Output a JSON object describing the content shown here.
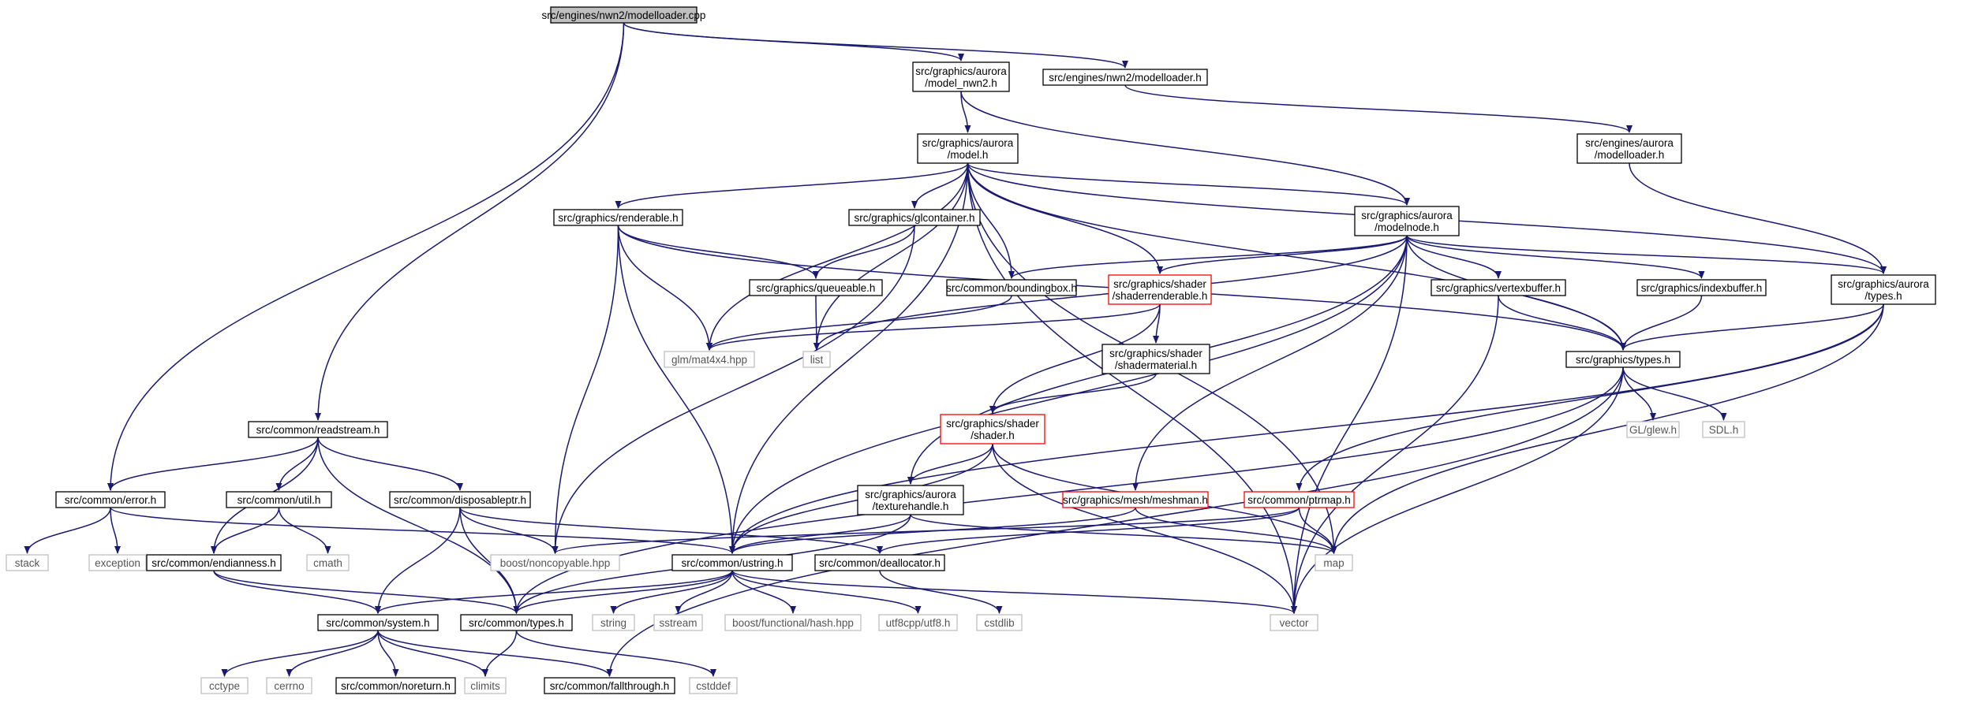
{
  "graph": {
    "root": "src/engines/nwn2/modelloader.cpp",
    "nodes": [
      {
        "id": "root",
        "lines": [
          "src/engines/nwn2/modelloader.cpp"
        ],
        "style": "root"
      },
      {
        "id": "model_nwn2",
        "lines": [
          "src/graphics/aurora",
          "/model_nwn2.h"
        ],
        "style": "normal"
      },
      {
        "id": "nwn2_modelloader_h",
        "lines": [
          "src/engines/nwn2/modelloader.h"
        ],
        "style": "normal"
      },
      {
        "id": "model_h",
        "lines": [
          "src/graphics/aurora",
          "/model.h"
        ],
        "style": "normal"
      },
      {
        "id": "aurora_modelloader_h",
        "lines": [
          "src/engines/aurora",
          "/modelloader.h"
        ],
        "style": "normal"
      },
      {
        "id": "renderable",
        "lines": [
          "src/graphics/renderable.h"
        ],
        "style": "normal"
      },
      {
        "id": "glcontainer",
        "lines": [
          "src/graphics/glcontainer.h"
        ],
        "style": "normal"
      },
      {
        "id": "modelnode",
        "lines": [
          "src/graphics/aurora",
          "/modelnode.h"
        ],
        "style": "normal"
      },
      {
        "id": "queueable",
        "lines": [
          "src/graphics/queueable.h"
        ],
        "style": "normal"
      },
      {
        "id": "boundingbox",
        "lines": [
          "src/common/boundingbox.h"
        ],
        "style": "normal"
      },
      {
        "id": "shaderrenderable",
        "lines": [
          "src/graphics/shader",
          "/shaderrenderable.h"
        ],
        "style": "red"
      },
      {
        "id": "vertexbuffer",
        "lines": [
          "src/graphics/vertexbuffer.h"
        ],
        "style": "normal"
      },
      {
        "id": "indexbuffer",
        "lines": [
          "src/graphics/indexbuffer.h"
        ],
        "style": "normal"
      },
      {
        "id": "aurora_types",
        "lines": [
          "src/graphics/aurora",
          "/types.h"
        ],
        "style": "normal"
      },
      {
        "id": "glm",
        "lines": [
          "glm/mat4x4.hpp"
        ],
        "style": "grey"
      },
      {
        "id": "list",
        "lines": [
          "list"
        ],
        "style": "grey"
      },
      {
        "id": "graphics_types",
        "lines": [
          "src/graphics/types.h"
        ],
        "style": "normal"
      },
      {
        "id": "shadermaterial",
        "lines": [
          "src/graphics/shader",
          "/shadermaterial.h"
        ],
        "style": "normal"
      },
      {
        "id": "glew",
        "lines": [
          "GL/glew.h"
        ],
        "style": "grey"
      },
      {
        "id": "sdl",
        "lines": [
          "SDL.h"
        ],
        "style": "grey"
      },
      {
        "id": "readstream",
        "lines": [
          "src/common/readstream.h"
        ],
        "style": "normal"
      },
      {
        "id": "shader",
        "lines": [
          "src/graphics/shader",
          "/shader.h"
        ],
        "style": "red"
      },
      {
        "id": "error",
        "lines": [
          "src/common/error.h"
        ],
        "style": "normal"
      },
      {
        "id": "util",
        "lines": [
          "src/common/util.h"
        ],
        "style": "normal"
      },
      {
        "id": "disposableptr",
        "lines": [
          "src/common/disposableptr.h"
        ],
        "style": "normal"
      },
      {
        "id": "texturehandle",
        "lines": [
          "src/graphics/aurora",
          "/texturehandle.h"
        ],
        "style": "normal"
      },
      {
        "id": "meshman",
        "lines": [
          "src/graphics/mesh/meshman.h"
        ],
        "style": "red"
      },
      {
        "id": "ptrmap",
        "lines": [
          "src/common/ptrmap.h"
        ],
        "style": "red"
      },
      {
        "id": "stack",
        "lines": [
          "stack"
        ],
        "style": "grey"
      },
      {
        "id": "exception",
        "lines": [
          "exception"
        ],
        "style": "grey"
      },
      {
        "id": "cmath",
        "lines": [
          "cmath"
        ],
        "style": "grey"
      },
      {
        "id": "endianness",
        "lines": [
          "src/common/endianness.h"
        ],
        "style": "normal"
      },
      {
        "id": "noncopyable",
        "lines": [
          "boost/noncopyable.hpp"
        ],
        "style": "grey"
      },
      {
        "id": "ustring",
        "lines": [
          "src/common/ustring.h"
        ],
        "style": "normal"
      },
      {
        "id": "deallocator",
        "lines": [
          "src/common/deallocator.h"
        ],
        "style": "normal"
      },
      {
        "id": "map",
        "lines": [
          "map"
        ],
        "style": "grey"
      },
      {
        "id": "system",
        "lines": [
          "src/common/system.h"
        ],
        "style": "normal"
      },
      {
        "id": "common_types",
        "lines": [
          "src/common/types.h"
        ],
        "style": "normal"
      },
      {
        "id": "string",
        "lines": [
          "string"
        ],
        "style": "grey"
      },
      {
        "id": "sstream",
        "lines": [
          "sstream"
        ],
        "style": "grey"
      },
      {
        "id": "hash",
        "lines": [
          "boost/functional/hash.hpp"
        ],
        "style": "grey"
      },
      {
        "id": "utf8",
        "lines": [
          "utf8cpp/utf8.h"
        ],
        "style": "grey"
      },
      {
        "id": "cstdlib",
        "lines": [
          "cstdlib"
        ],
        "style": "grey"
      },
      {
        "id": "vector",
        "lines": [
          "vector"
        ],
        "style": "grey"
      },
      {
        "id": "cctype",
        "lines": [
          "cctype"
        ],
        "style": "grey"
      },
      {
        "id": "cerrno",
        "lines": [
          "cerrno"
        ],
        "style": "grey"
      },
      {
        "id": "noreturn",
        "lines": [
          "src/common/noreturn.h"
        ],
        "style": "normal"
      },
      {
        "id": "climits",
        "lines": [
          "climits"
        ],
        "style": "grey"
      },
      {
        "id": "fallthrough",
        "lines": [
          "src/common/fallthrough.h"
        ],
        "style": "normal"
      },
      {
        "id": "cstddef",
        "lines": [
          "cstddef"
        ],
        "style": "grey"
      }
    ],
    "edges": [
      [
        "root",
        "model_nwn2"
      ],
      [
        "root",
        "nwn2_modelloader_h"
      ],
      [
        "root",
        "readstream"
      ],
      [
        "root",
        "error"
      ],
      [
        "model_nwn2",
        "model_h"
      ],
      [
        "model_nwn2",
        "modelnode"
      ],
      [
        "nwn2_modelloader_h",
        "aurora_modelloader_h"
      ],
      [
        "aurora_modelloader_h",
        "aurora_types"
      ],
      [
        "model_h",
        "renderable"
      ],
      [
        "model_h",
        "glcontainer"
      ],
      [
        "model_h",
        "modelnode"
      ],
      [
        "model_h",
        "boundingbox"
      ],
      [
        "model_h",
        "shaderrenderable"
      ],
      [
        "model_h",
        "aurora_types"
      ],
      [
        "model_h",
        "glm"
      ],
      [
        "model_h",
        "list"
      ],
      [
        "model_h",
        "graphics_types"
      ],
      [
        "model_h",
        "ustring"
      ],
      [
        "model_h",
        "map"
      ],
      [
        "model_h",
        "vector"
      ],
      [
        "renderable",
        "queueable"
      ],
      [
        "renderable",
        "glm"
      ],
      [
        "renderable",
        "graphics_types"
      ],
      [
        "renderable",
        "noncopyable"
      ],
      [
        "renderable",
        "ustring"
      ],
      [
        "glcontainer",
        "queueable"
      ],
      [
        "glcontainer",
        "noncopyable"
      ],
      [
        "queueable",
        "list"
      ],
      [
        "boundingbox",
        "glm"
      ],
      [
        "modelnode",
        "boundingbox"
      ],
      [
        "modelnode",
        "shaderrenderable"
      ],
      [
        "modelnode",
        "vertexbuffer"
      ],
      [
        "modelnode",
        "indexbuffer"
      ],
      [
        "modelnode",
        "aurora_types"
      ],
      [
        "modelnode",
        "graphics_types"
      ],
      [
        "modelnode",
        "list"
      ],
      [
        "modelnode",
        "texturehandle"
      ],
      [
        "modelnode",
        "meshman"
      ],
      [
        "modelnode",
        "ustring"
      ],
      [
        "modelnode",
        "vector"
      ],
      [
        "shaderrenderable",
        "glm"
      ],
      [
        "shaderrenderable",
        "shadermaterial"
      ],
      [
        "shaderrenderable",
        "shader"
      ],
      [
        "shadermaterial",
        "shader"
      ],
      [
        "vertexbuffer",
        "graphics_types"
      ],
      [
        "vertexbuffer",
        "vector"
      ],
      [
        "indexbuffer",
        "graphics_types"
      ],
      [
        "aurora_types",
        "graphics_types"
      ],
      [
        "aurora_types",
        "ptrmap"
      ],
      [
        "aurora_types",
        "map"
      ],
      [
        "aurora_types",
        "ustring"
      ],
      [
        "graphics_types",
        "glew"
      ],
      [
        "graphics_types",
        "sdl"
      ],
      [
        "graphics_types",
        "common_types"
      ],
      [
        "graphics_types",
        "vector"
      ],
      [
        "graphics_types",
        "fallthrough"
      ],
      [
        "shader",
        "texturehandle"
      ],
      [
        "shader",
        "ustring"
      ],
      [
        "shader",
        "map"
      ],
      [
        "shader",
        "vector"
      ],
      [
        "texturehandle",
        "ustring"
      ],
      [
        "texturehandle",
        "common_types"
      ],
      [
        "texturehandle",
        "map"
      ],
      [
        "meshman",
        "ustring"
      ],
      [
        "meshman",
        "map"
      ],
      [
        "ptrmap",
        "map"
      ],
      [
        "ptrmap",
        "noncopyable"
      ],
      [
        "ptrmap",
        "deallocator"
      ],
      [
        "readstream",
        "error"
      ],
      [
        "readstream",
        "util"
      ],
      [
        "readstream",
        "disposableptr"
      ],
      [
        "readstream",
        "endianness"
      ],
      [
        "readstream",
        "common_types"
      ],
      [
        "error",
        "stack"
      ],
      [
        "error",
        "exception"
      ],
      [
        "error",
        "ustring"
      ],
      [
        "util",
        "cmath"
      ],
      [
        "util",
        "endianness"
      ],
      [
        "disposableptr",
        "noncopyable"
      ],
      [
        "disposableptr",
        "system"
      ],
      [
        "disposableptr",
        "common_types"
      ],
      [
        "disposableptr",
        "deallocator"
      ],
      [
        "endianness",
        "system"
      ],
      [
        "endianness",
        "common_types"
      ],
      [
        "deallocator",
        "cstdlib"
      ],
      [
        "ustring",
        "system"
      ],
      [
        "ustring",
        "common_types"
      ],
      [
        "ustring",
        "string"
      ],
      [
        "ustring",
        "sstream"
      ],
      [
        "ustring",
        "hash"
      ],
      [
        "ustring",
        "utf8"
      ],
      [
        "ustring",
        "vector"
      ],
      [
        "system",
        "cctype"
      ],
      [
        "system",
        "cerrno"
      ],
      [
        "system",
        "noreturn"
      ],
      [
        "system",
        "climits"
      ],
      [
        "system",
        "fallthrough"
      ],
      [
        "common_types",
        "climits"
      ],
      [
        "common_types",
        "cstddef"
      ]
    ]
  }
}
